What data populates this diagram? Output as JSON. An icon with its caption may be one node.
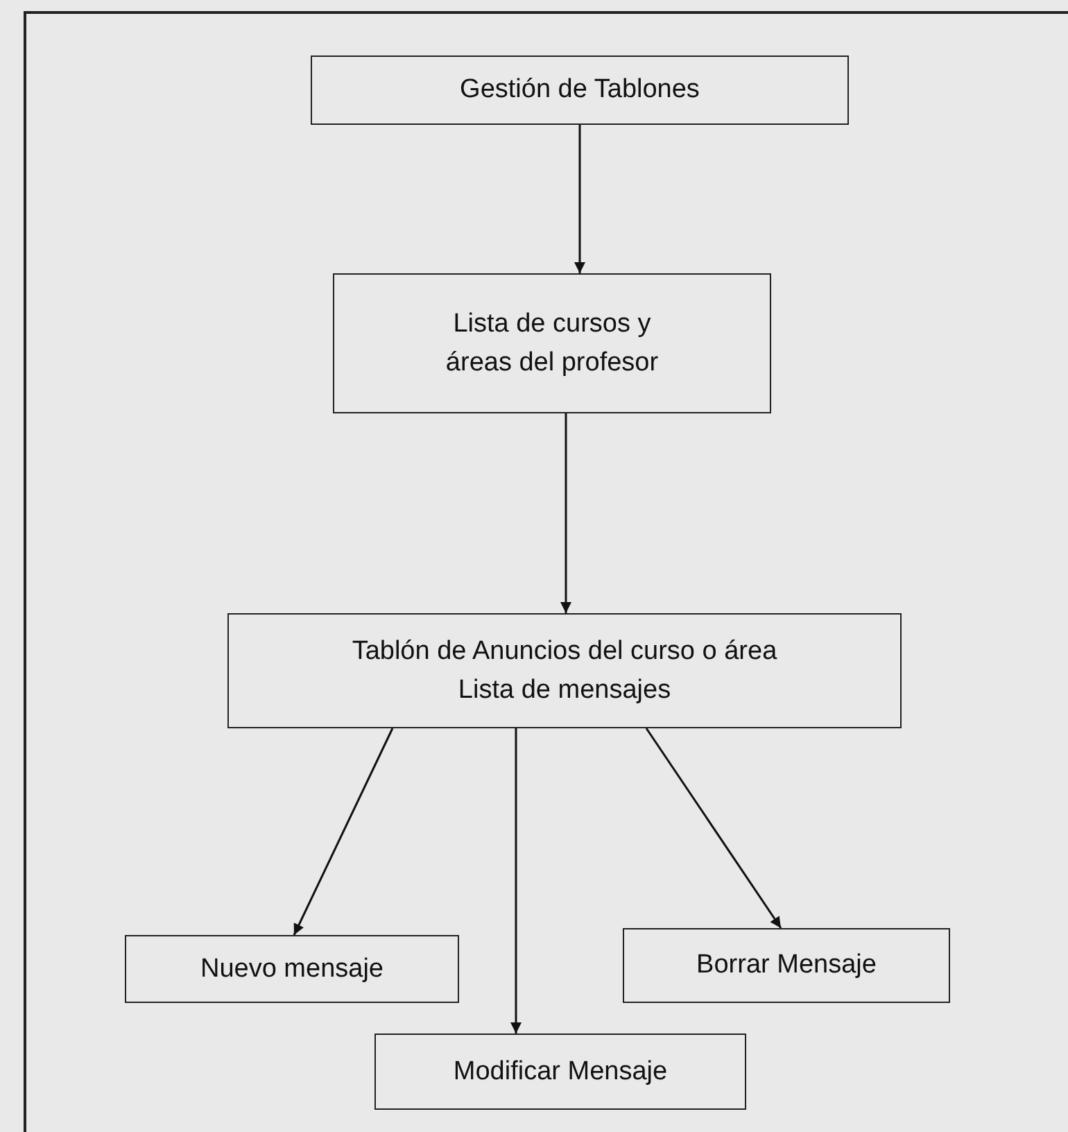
{
  "diagram": {
    "nodes": [
      {
        "text": [
          "Gestión de Tablones"
        ]
      },
      {
        "text": [
          "Lista de cursos y áreas del profesor"
        ]
      },
      {
        "text": [
          "Tablón de Anuncios del curso o área",
          "Lista de mensajes"
        ]
      },
      {
        "text": [
          "Nuevo mensaje"
        ]
      },
      {
        "text": [
          "Borrar Mensaje"
        ]
      },
      {
        "text": [
          "Modificar Mensaje"
        ]
      }
    ],
    "edges": [
      {
        "from": 0,
        "to": 1,
        "arrow": "to"
      },
      {
        "from": 1,
        "to": 2,
        "arrow": "to"
      },
      {
        "from": 2,
        "to": 3,
        "arrow": "to"
      },
      {
        "from": 2,
        "to": 5,
        "arrow": "to"
      },
      {
        "from": 2,
        "to": 4,
        "arrow": "to"
      }
    ]
  }
}
